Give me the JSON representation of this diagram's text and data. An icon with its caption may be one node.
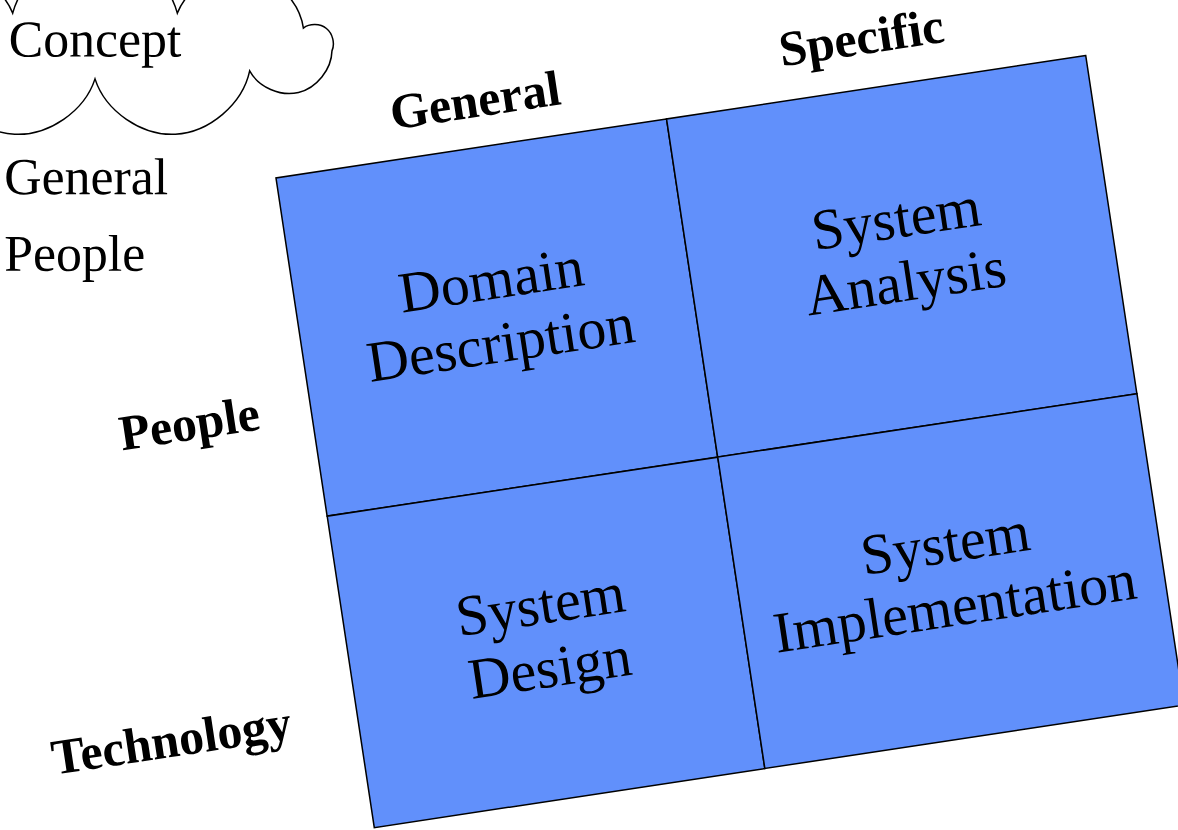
{
  "diagram": {
    "nodes": [
      {
        "text": [
          "Concept"
        ]
      },
      {
        "text": [
          "Domain Description"
        ]
      },
      {
        "text": [
          "System Analysis"
        ]
      },
      {
        "text": [
          "System Design"
        ]
      },
      {
        "text": [
          "System Implementation"
        ]
      }
    ],
    "labels": [
      "General",
      "Specific",
      "General People",
      "People",
      "Technology"
    ]
  }
}
